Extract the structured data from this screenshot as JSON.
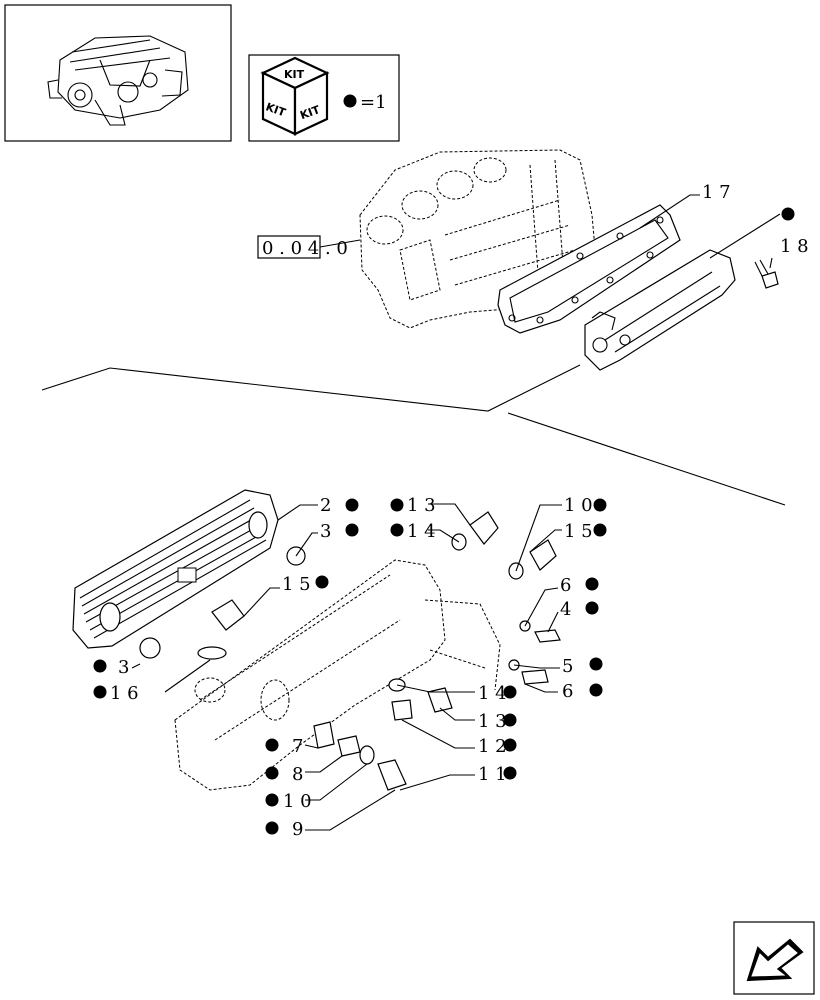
{
  "kit_box": {
    "kit_word_top": "KIT",
    "kit_word_left": "KIT",
    "kit_word_right": "KIT",
    "legend_text": "=1"
  },
  "reference_box": {
    "text": "0 . 0 4 . 0"
  },
  "callouts": {
    "c17": "1 7",
    "c18": "1 8",
    "c2": "2",
    "c3a": "3",
    "c3b": "3",
    "c16": "1 6",
    "c15a": "1 5",
    "c13": "1 3",
    "c14a": "1 4",
    "c10a": "1 0",
    "c15b": "1 5",
    "c6a": "6",
    "c4": "4",
    "c5": "5",
    "c6b": "6",
    "c14b": "1 4",
    "c13b": "1 3",
    "c12": "1 2",
    "c11": "1 1",
    "c7": "7",
    "c8": "8",
    "c10b": "1 0",
    "c9": "9"
  },
  "icons": {
    "engine_thumbnail": "engine-icon",
    "kit_cube": "kit-cube-icon",
    "nav_arrow": "next-page-arrow-icon"
  }
}
